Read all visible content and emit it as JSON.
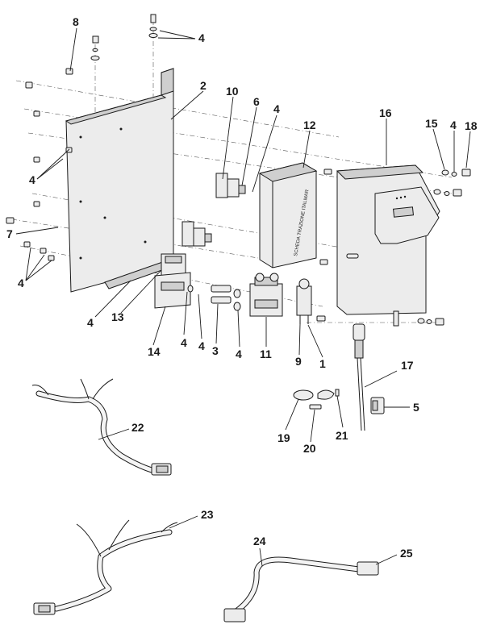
{
  "diagram": {
    "callouts": [
      "1",
      "2",
      "3",
      "4",
      "5",
      "6",
      "7",
      "8",
      "9",
      "10",
      "11",
      "12",
      "13",
      "14",
      "15",
      "16",
      "17",
      "18",
      "19",
      "20",
      "21",
      "22",
      "23",
      "24",
      "25"
    ],
    "box_12_text": "SCHEDA TRAZIONE ITALMAR"
  }
}
